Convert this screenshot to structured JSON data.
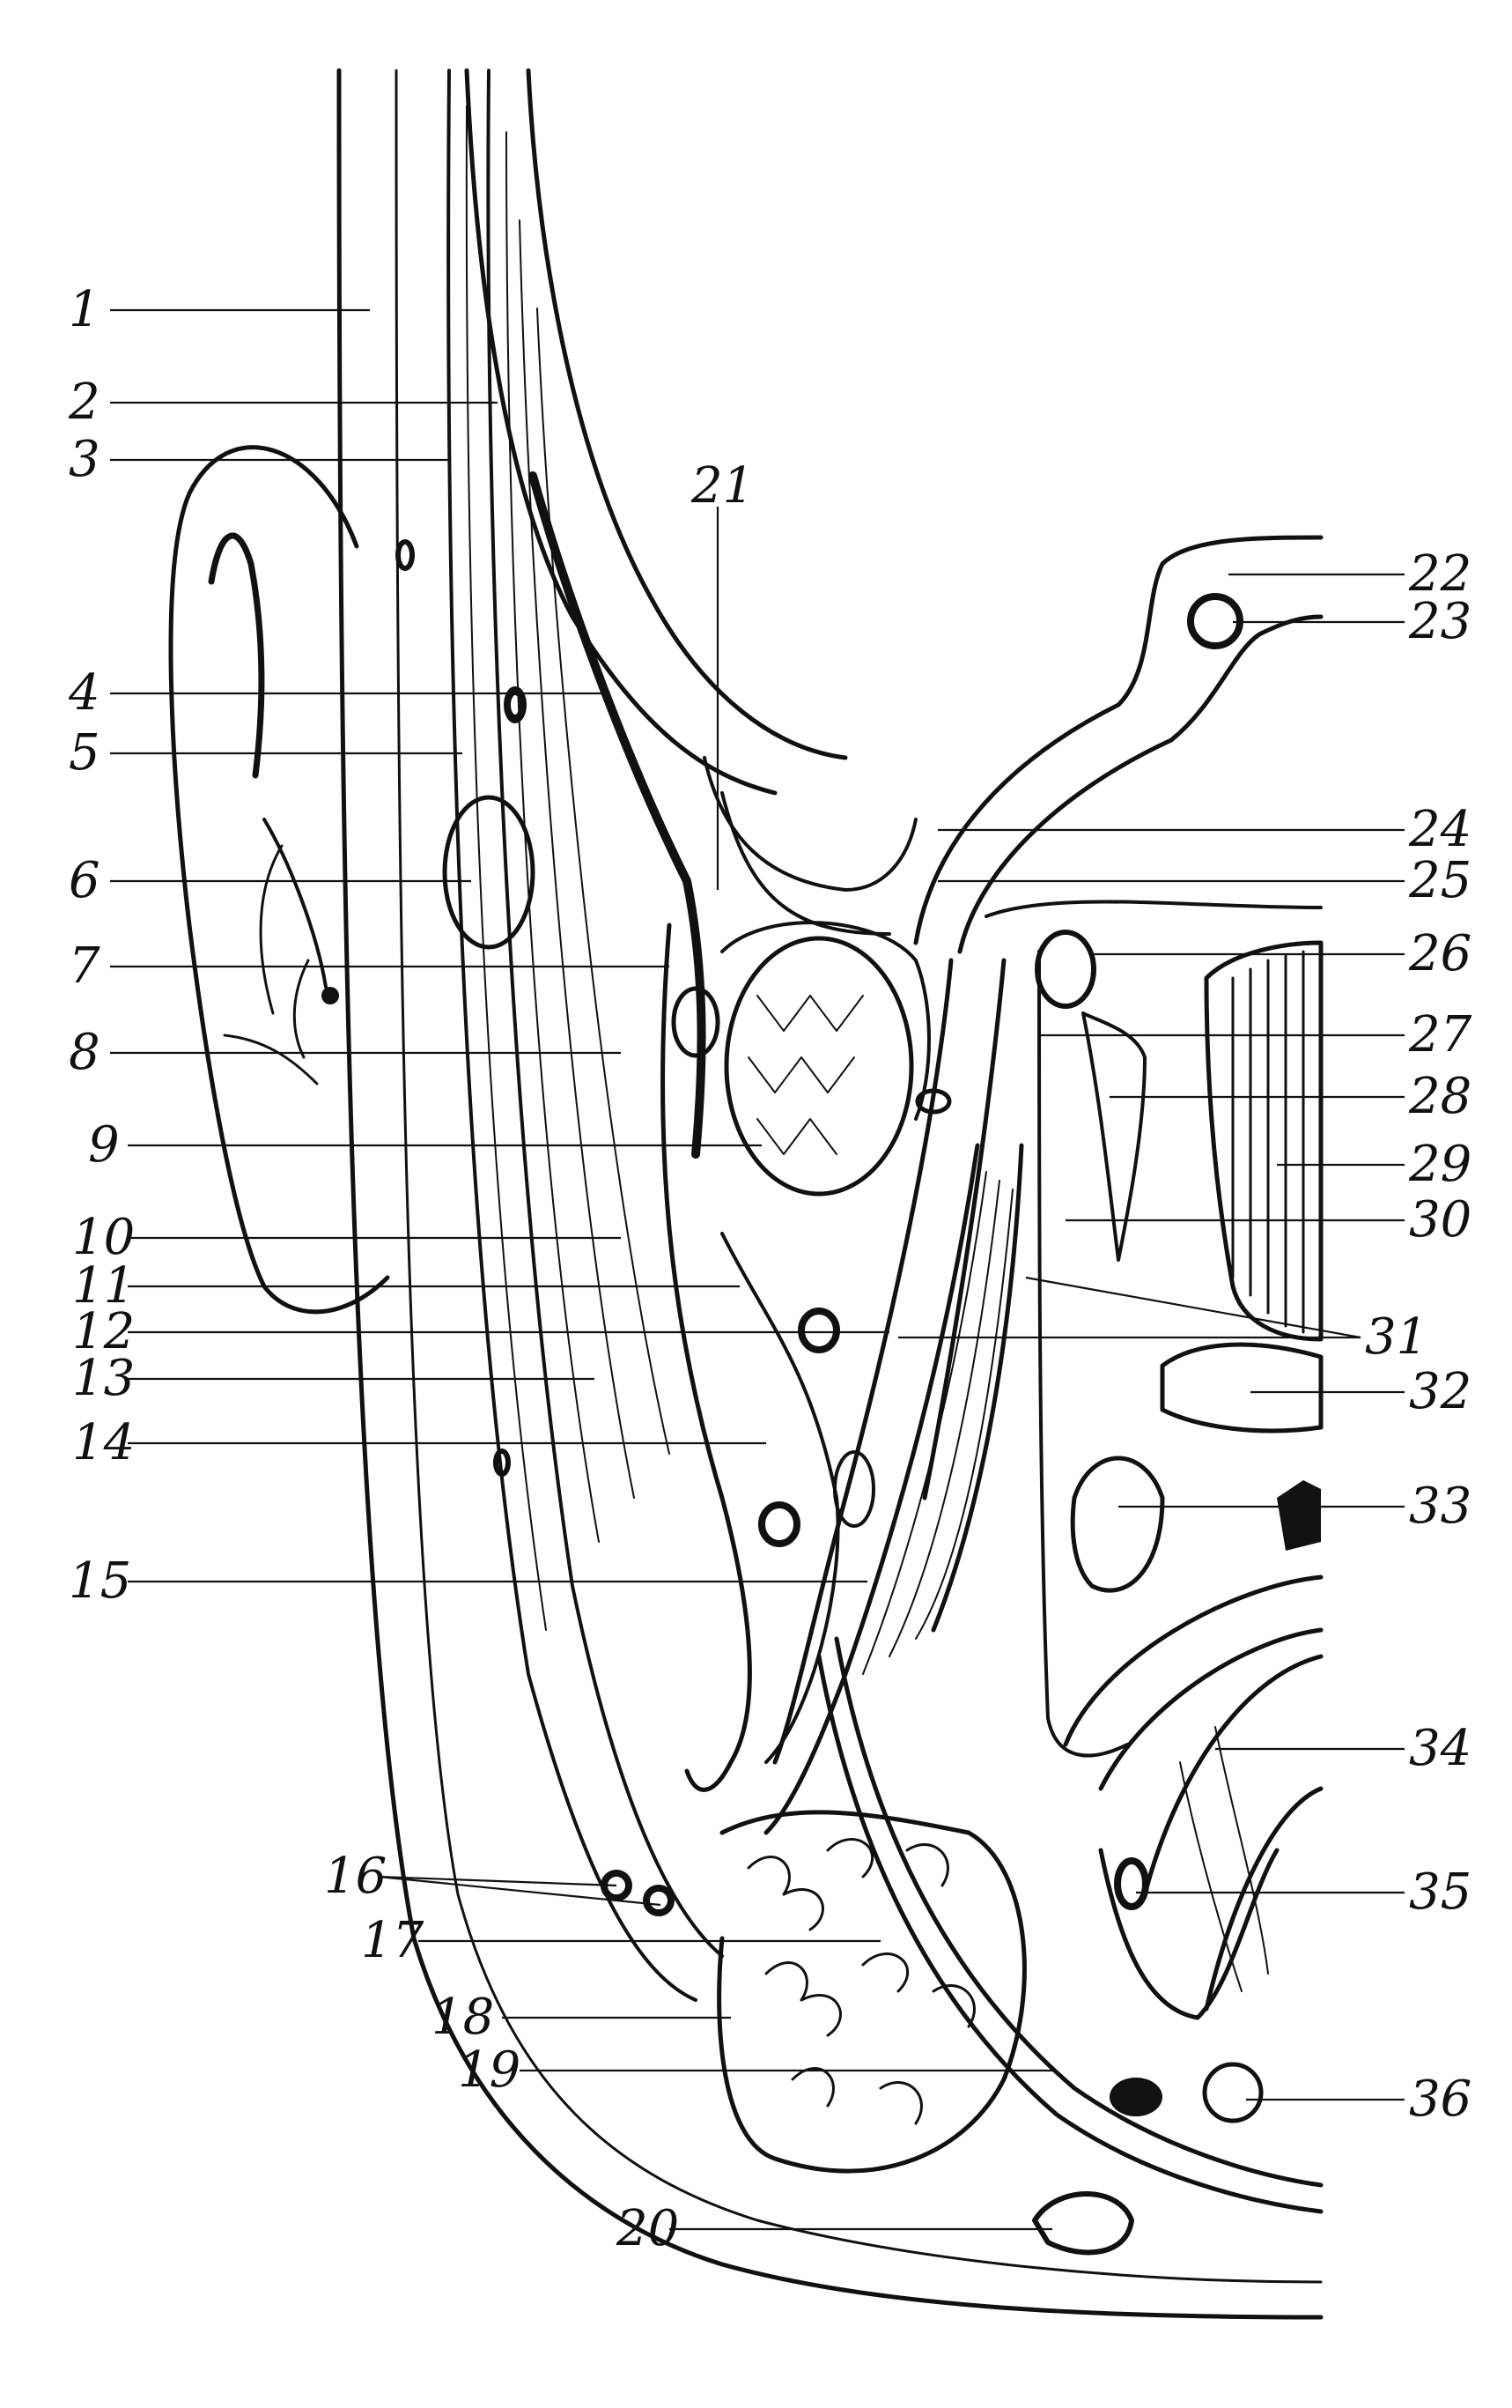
{
  "labels": [
    {
      "n": "1"
    },
    {
      "n": "2"
    },
    {
      "n": "3"
    },
    {
      "n": "4"
    },
    {
      "n": "5"
    },
    {
      "n": "6"
    },
    {
      "n": "7"
    },
    {
      "n": "8"
    },
    {
      "n": "9"
    },
    {
      "n": "10"
    },
    {
      "n": "11"
    },
    {
      "n": "12"
    },
    {
      "n": "13"
    },
    {
      "n": "14"
    },
    {
      "n": "15"
    },
    {
      "n": "16"
    },
    {
      "n": "17"
    },
    {
      "n": "18"
    },
    {
      "n": "19"
    },
    {
      "n": "20"
    },
    {
      "n": "21"
    },
    {
      "n": "22"
    },
    {
      "n": "23"
    },
    {
      "n": "24"
    },
    {
      "n": "25"
    },
    {
      "n": "26"
    },
    {
      "n": "27"
    },
    {
      "n": "28"
    },
    {
      "n": "29"
    },
    {
      "n": "30"
    },
    {
      "n": "31"
    },
    {
      "n": "32"
    },
    {
      "n": "33"
    },
    {
      "n": "34"
    },
    {
      "n": "35"
    },
    {
      "n": "36"
    }
  ],
  "colors": {
    "ink": "#111111",
    "paper": "#ffffff"
  }
}
